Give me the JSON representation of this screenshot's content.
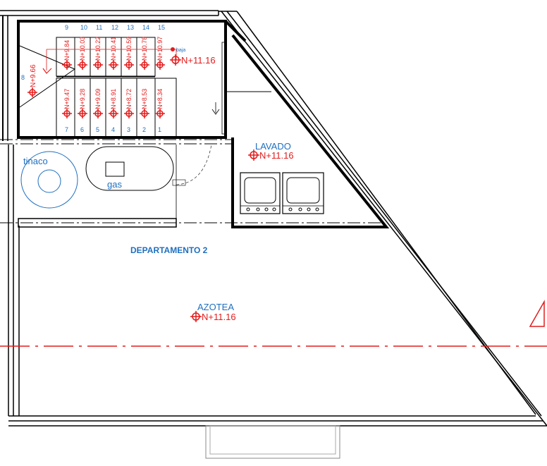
{
  "rooms": {
    "departamento": "DEPARTAMENTO 2",
    "azotea": "AZOTEA",
    "lavado": "LAVADO",
    "tinaco": "tinaco",
    "gas": "gas"
  },
  "levels": {
    "lavado": "N+11.16",
    "azotea": "N+11.16",
    "stair_top": "N+11.16",
    "baja": "baja"
  },
  "stair_upper": {
    "numbers": [
      "9",
      "10",
      "11",
      "12",
      "13",
      "14",
      "15"
    ],
    "levels": [
      "N+9.84",
      "N+10.03",
      "N+10.22",
      "N+10.41",
      "N+10.59",
      "N+10.78",
      "N+10.97"
    ]
  },
  "stair_lower": {
    "numbers": [
      "7",
      "6",
      "5",
      "4",
      "3",
      "2",
      "1"
    ],
    "levels": [
      "N+9.47",
      "N+9.28",
      "N+9.09",
      "N+8.91",
      "N+8.72",
      "N+8.53",
      "N+8.34"
    ]
  },
  "landing": {
    "number": "8",
    "level": "N+9.66"
  },
  "colors": {
    "label_blue": "#1f6fc0",
    "level_red": "#e41b1b",
    "wall": "#000000"
  }
}
